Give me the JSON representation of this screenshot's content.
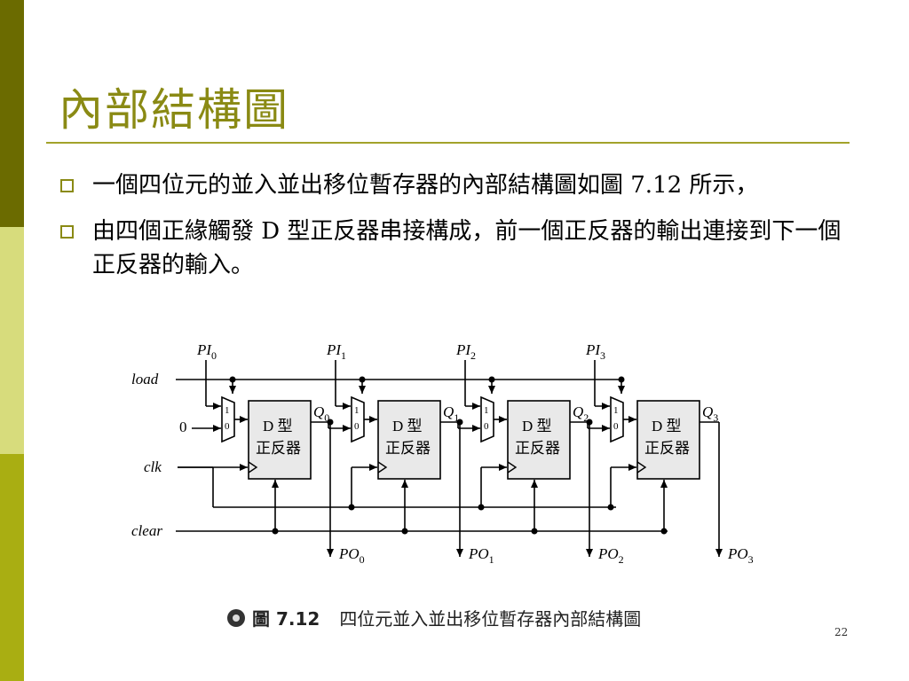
{
  "slide": {
    "title": "內部結構圖",
    "bullets": [
      "一個四位元的並入並出移位暫存器的內部結構圖如圖 7.12 所示，",
      "由四個正緣觸發 D 型正反器串接構成，前一個正反器的輸出連接到下一個正反器的輸入。"
    ],
    "page_number": "22"
  },
  "colors": {
    "sidebar_dark": "#6b6b00",
    "sidebar_light": "#d7dc7c",
    "accent": "#8a8a14",
    "ff_fill": "#e9e9e9"
  },
  "diagram": {
    "signals": {
      "load": "load",
      "clk": "clk",
      "clear": "clear",
      "zero": "0"
    },
    "parallel_inputs": [
      {
        "base": "PI",
        "sub": "0"
      },
      {
        "base": "PI",
        "sub": "1"
      },
      {
        "base": "PI",
        "sub": "2"
      },
      {
        "base": "PI",
        "sub": "3"
      }
    ],
    "outputs_q": [
      {
        "base": "Q",
        "sub": "0"
      },
      {
        "base": "Q",
        "sub": "1"
      },
      {
        "base": "Q",
        "sub": "2"
      },
      {
        "base": "Q",
        "sub": "3"
      }
    ],
    "parallel_outputs": [
      {
        "base": "PO",
        "sub": "0"
      },
      {
        "base": "PO",
        "sub": "1"
      },
      {
        "base": "PO",
        "sub": "2"
      },
      {
        "base": "PO",
        "sub": "3"
      }
    ],
    "flipflop_line1": "D 型",
    "flipflop_line2": "正反器",
    "mux_top": "1",
    "mux_bottom": "0"
  },
  "caption": {
    "icon": "figure-icon",
    "label": "圖 7.12",
    "text": "四位元並入並出移位暫存器內部結構圖"
  }
}
